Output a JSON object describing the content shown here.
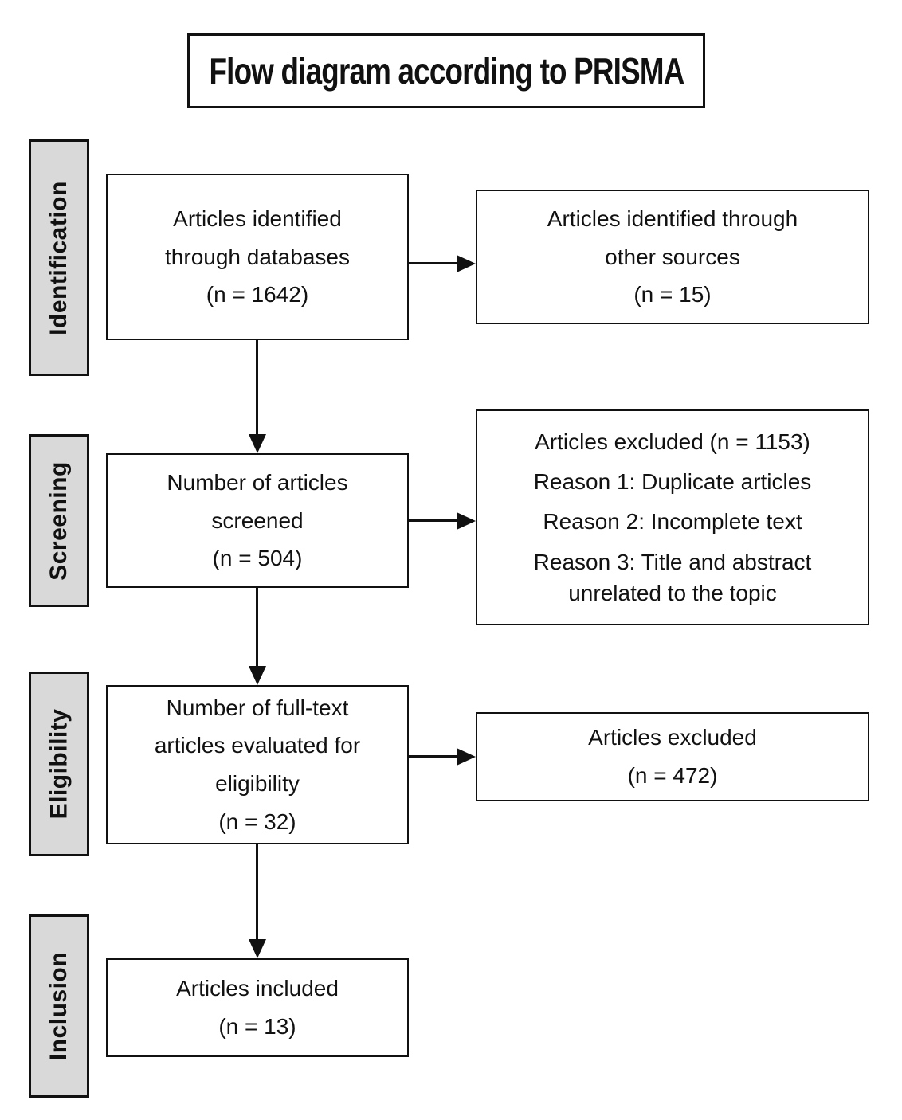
{
  "title": "Flow diagram according to PRISMA",
  "colors": {
    "stage_fill": "#d9d9d9",
    "line": "#111111",
    "background": "#ffffff",
    "text": "#111111"
  },
  "stages": {
    "identification": "Identification",
    "screening": "Screening",
    "eligibility": "Eligibility",
    "inclusion": "Inclusion"
  },
  "boxes": {
    "identified": {
      "text": "Articles identified\nthrough databases\n(n = 1642)"
    },
    "other_sources": {
      "text": "Articles identified through\nother sources\n(n = 15)"
    },
    "screened": {
      "text": "Number of articles\nscreened\n(n = 504)"
    },
    "excluded_screening": {
      "heading": "Articles excluded (n = 1153)",
      "reason1": "Reason 1: Duplicate articles",
      "reason2": "Reason 2: Incomplete text",
      "reason3": "Reason 3: Title and abstract\nunrelated to the topic"
    },
    "fulltext": {
      "text": "Number of full-text\narticles evaluated for\neligibility\n(n = 32)"
    },
    "excluded_eligibility": {
      "text": "Articles excluded\n(n = 472)"
    },
    "included": {
      "text": "Articles included\n(n = 13)"
    }
  }
}
